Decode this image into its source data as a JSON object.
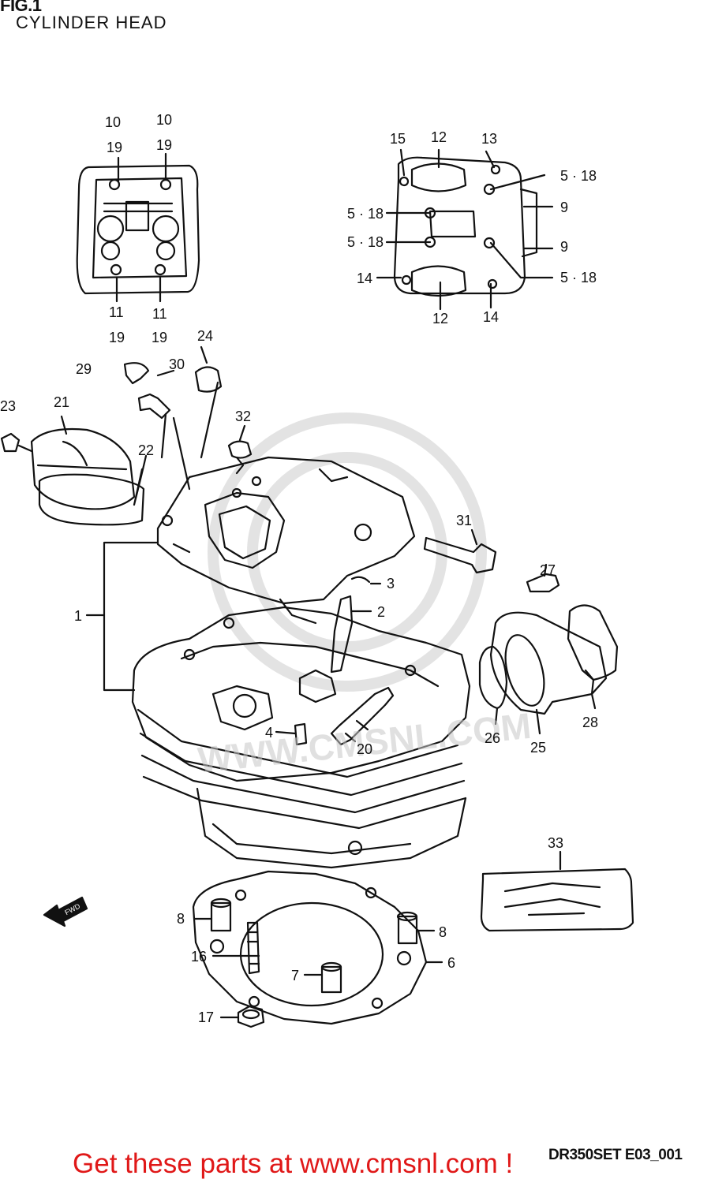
{
  "header": {
    "fig_number": "FIG.1",
    "title": "CYLINDER HEAD"
  },
  "watermark": {
    "text": "WWW.CMSNL.COM"
  },
  "callouts": [
    {
      "id": "c10a",
      "label": "10"
    },
    {
      "id": "c10b",
      "label": "10"
    },
    {
      "id": "c19a",
      "label": "19"
    },
    {
      "id": "c19b",
      "label": "19"
    },
    {
      "id": "c11a",
      "label": "11"
    },
    {
      "id": "c11b",
      "label": "11"
    },
    {
      "id": "c19c",
      "label": "19"
    },
    {
      "id": "c19d",
      "label": "19"
    },
    {
      "id": "c15",
      "label": "15"
    },
    {
      "id": "c12a",
      "label": "12"
    },
    {
      "id": "c13",
      "label": "13"
    },
    {
      "id": "c518a",
      "label": "5 · 18"
    },
    {
      "id": "c9a",
      "label": "9"
    },
    {
      "id": "c518b",
      "label": "5 · 18"
    },
    {
      "id": "c518c",
      "label": "5 · 18"
    },
    {
      "id": "c9b",
      "label": "9"
    },
    {
      "id": "c14a",
      "label": "14"
    },
    {
      "id": "c518d",
      "label": "5 · 18"
    },
    {
      "id": "c12b",
      "label": "12"
    },
    {
      "id": "c14b",
      "label": "14"
    },
    {
      "id": "c24",
      "label": "24"
    },
    {
      "id": "c29",
      "label": "29"
    },
    {
      "id": "c30",
      "label": "30"
    },
    {
      "id": "c23",
      "label": "23"
    },
    {
      "id": "c21",
      "label": "21"
    },
    {
      "id": "c32",
      "label": "32"
    },
    {
      "id": "c22",
      "label": "22"
    },
    {
      "id": "c31",
      "label": "31"
    },
    {
      "id": "c27",
      "label": "27"
    },
    {
      "id": "c3",
      "label": "3"
    },
    {
      "id": "c1",
      "label": "1"
    },
    {
      "id": "c2",
      "label": "2"
    },
    {
      "id": "c4",
      "label": "4"
    },
    {
      "id": "c20",
      "label": "20"
    },
    {
      "id": "c26",
      "label": "26"
    },
    {
      "id": "c25",
      "label": "25"
    },
    {
      "id": "c28",
      "label": "28"
    },
    {
      "id": "c33",
      "label": "33"
    },
    {
      "id": "c8a",
      "label": "8"
    },
    {
      "id": "c8b",
      "label": "8"
    },
    {
      "id": "c16",
      "label": "16"
    },
    {
      "id": "c6",
      "label": "6"
    },
    {
      "id": "c7",
      "label": "7"
    },
    {
      "id": "c17",
      "label": "17"
    }
  ],
  "fwd_label": "FWD",
  "footer": {
    "diagram_code": "DR350SET E03_001",
    "promo": "Get these parts at www.cmsnl.com !"
  },
  "colors": {
    "promo": "#e01818",
    "line": "#111111"
  }
}
